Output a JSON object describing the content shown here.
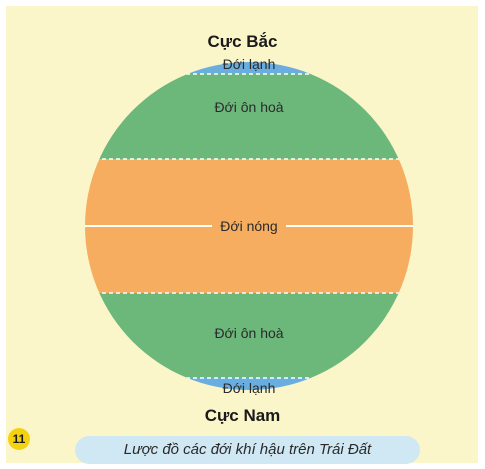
{
  "north_pole_label": "Cực Bắc",
  "south_pole_label": "Cực Nam",
  "zones": {
    "cold_north": "Đới lạnh",
    "temperate_north": "Đới ôn hoà",
    "tropical": "Đới nóng",
    "temperate_south": "Đới ôn hoà",
    "cold_south": "Đới lạnh"
  },
  "page_number": "11",
  "caption": "Lược đồ các đới khí hậu trên Trái Đất",
  "colors": {
    "background": "#fbf6c9",
    "cold_zone": "#6aaee0",
    "temperate_zone": "#6cb77a",
    "tropical_zone": "#f6ad60",
    "caption_bg": "#cfe8f3",
    "badge": "#f5d20f"
  }
}
